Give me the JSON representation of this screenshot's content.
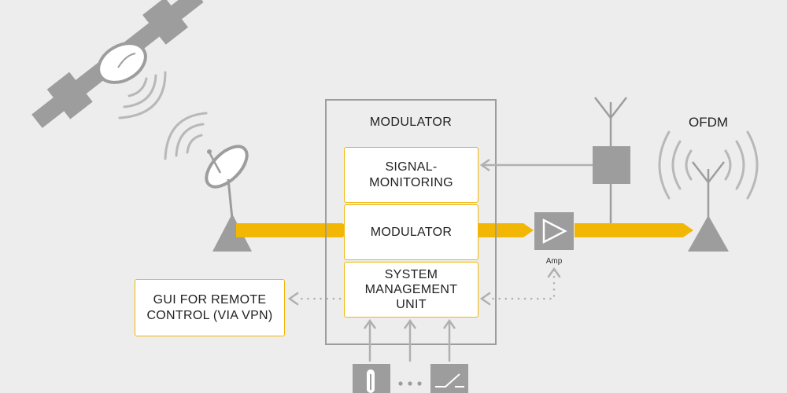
{
  "modulator_title": "MODULATOR",
  "signal_monitoring": {
    "line1": "SIGNAL-",
    "line2": "MONITORING"
  },
  "modulator_block": "MODULATOR",
  "system_management": {
    "line1": "SYSTEM",
    "line2": "MANAGEMENT",
    "line3": "UNIT"
  },
  "gui_box": {
    "line1": "GUI FOR REMOTE",
    "line2": "CONTROL (VIA VPN)"
  },
  "amp_label": "Amp",
  "ofdm_label": "OFDM",
  "colors": {
    "accent": "#f2b705",
    "grey": "#999999",
    "background": "#ededed"
  }
}
